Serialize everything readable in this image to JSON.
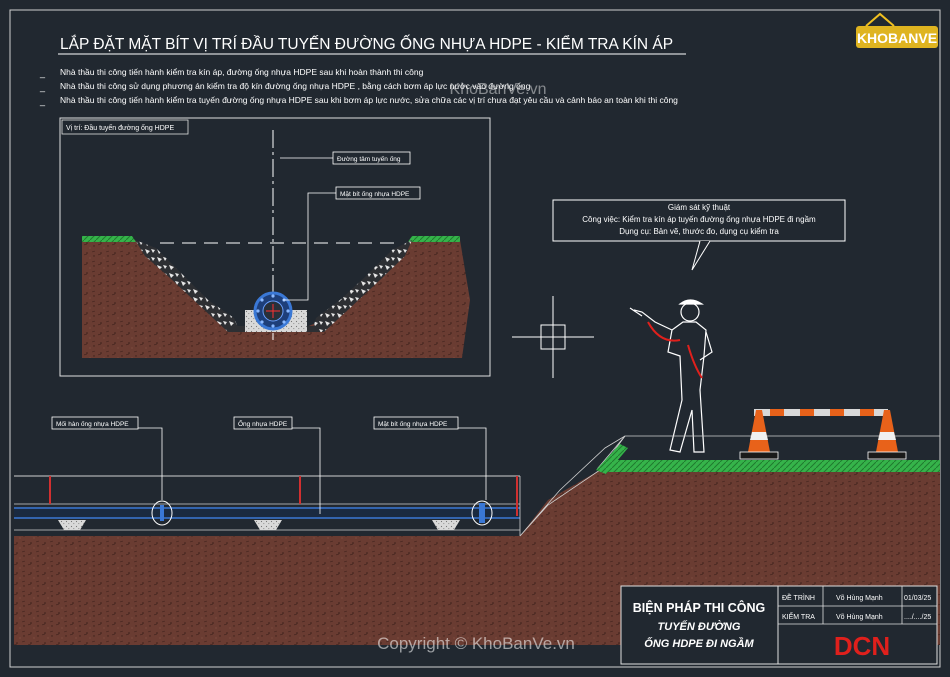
{
  "title": "LẮP ĐẶT MẶT BÍT VỊ TRÍ ĐẦU TUYẾN ĐƯỜNG ỐNG NHỰA HDPE - KIỂM TRA KÍN ÁP",
  "notes": [
    "Nhà thầu thi công tiến hành kiểm tra kín áp, đường ống nhựa HDPE sau khi hoàn thành thi công",
    "Nhà thầu thi công sử dụng phương án kiểm tra độ kín đường ống nhựa HDPE , bằng cách bơm áp lực nước vào đường ống",
    "Nhà thầu thi công tiến hành kiểm tra tuyến đường ống nhựa HDPE sau khi bơm áp lực nước, sửa chữa các vị trí chưa đạt yêu cầu và cảnh báo an toàn khi thi công"
  ],
  "detail": {
    "box_label": "Vị trí: Đầu tuyến đường ống HDPE",
    "callout_centerline": "Đường tâm tuyến ống",
    "callout_flange": "Mặt bít ống nhựa HDPE"
  },
  "supervisor": {
    "line1": "Giám sát kỹ thuật",
    "line2": "Công việc: Kiểm tra kín áp tuyến đường ống nhựa HDPE đi ngầm",
    "line3": "Dụng cụ: Bản vẽ, thước đo, dụng cụ kiểm tra"
  },
  "profile": {
    "label_weld": "Mối hàn ống nhựa HDPE",
    "label_pipe": "Ống nhựa HDPE",
    "label_flange": "Mặt bít ống nhựa HDPE"
  },
  "title_block": {
    "main": "BIỆN PHÁP THI CÔNG",
    "sub1": "TUYẾN ĐƯỜNG",
    "sub2": "ỐNG HDPE ĐI NGẦM",
    "row1_label": "ĐỀ TRÌNH",
    "row1_name": "Võ Hùng Mạnh",
    "row1_date": "01/03/25",
    "row2_label": "KIỂM TRA",
    "row2_name": "Võ Hùng Mạnh",
    "row2_date": "..../..../25",
    "company_logo": "DCN"
  },
  "watermark": {
    "logo": "KHOBANVE",
    "center": "KhoBanVe.vn",
    "copyright": "Copyright © KhoBanVe.vn"
  },
  "colors": {
    "background": "#212830",
    "soil": "#6a3c32",
    "grass": "#35b34a",
    "cone": "#e8621a",
    "pipe_flange": "#3a78d6",
    "company_red": "#e0201c"
  }
}
